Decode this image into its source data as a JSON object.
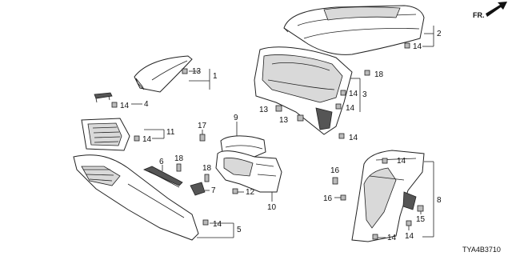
{
  "diagram": {
    "direction_label": "FR.",
    "part_code": "TYA4B3710",
    "callouts": {
      "c1": "1",
      "c2": "2",
      "c3": "3",
      "c4": "4",
      "c5": "5",
      "c6": "6",
      "c7": "7",
      "c8": "8",
      "c9": "9",
      "c10": "10",
      "c11": "11",
      "c12": "12",
      "c13a": "13",
      "c13b": "13",
      "c13c": "13",
      "c14a": "14",
      "c14b": "14",
      "c14c": "14",
      "c14d": "14",
      "c14e": "14",
      "c14f": "14",
      "c14g": "14",
      "c14h": "14",
      "c14i": "14",
      "c14j": "14",
      "c15": "15",
      "c16a": "16",
      "c16b": "16",
      "c17": "17",
      "c18a": "18",
      "c18b": "18",
      "c18c": "18"
    }
  }
}
